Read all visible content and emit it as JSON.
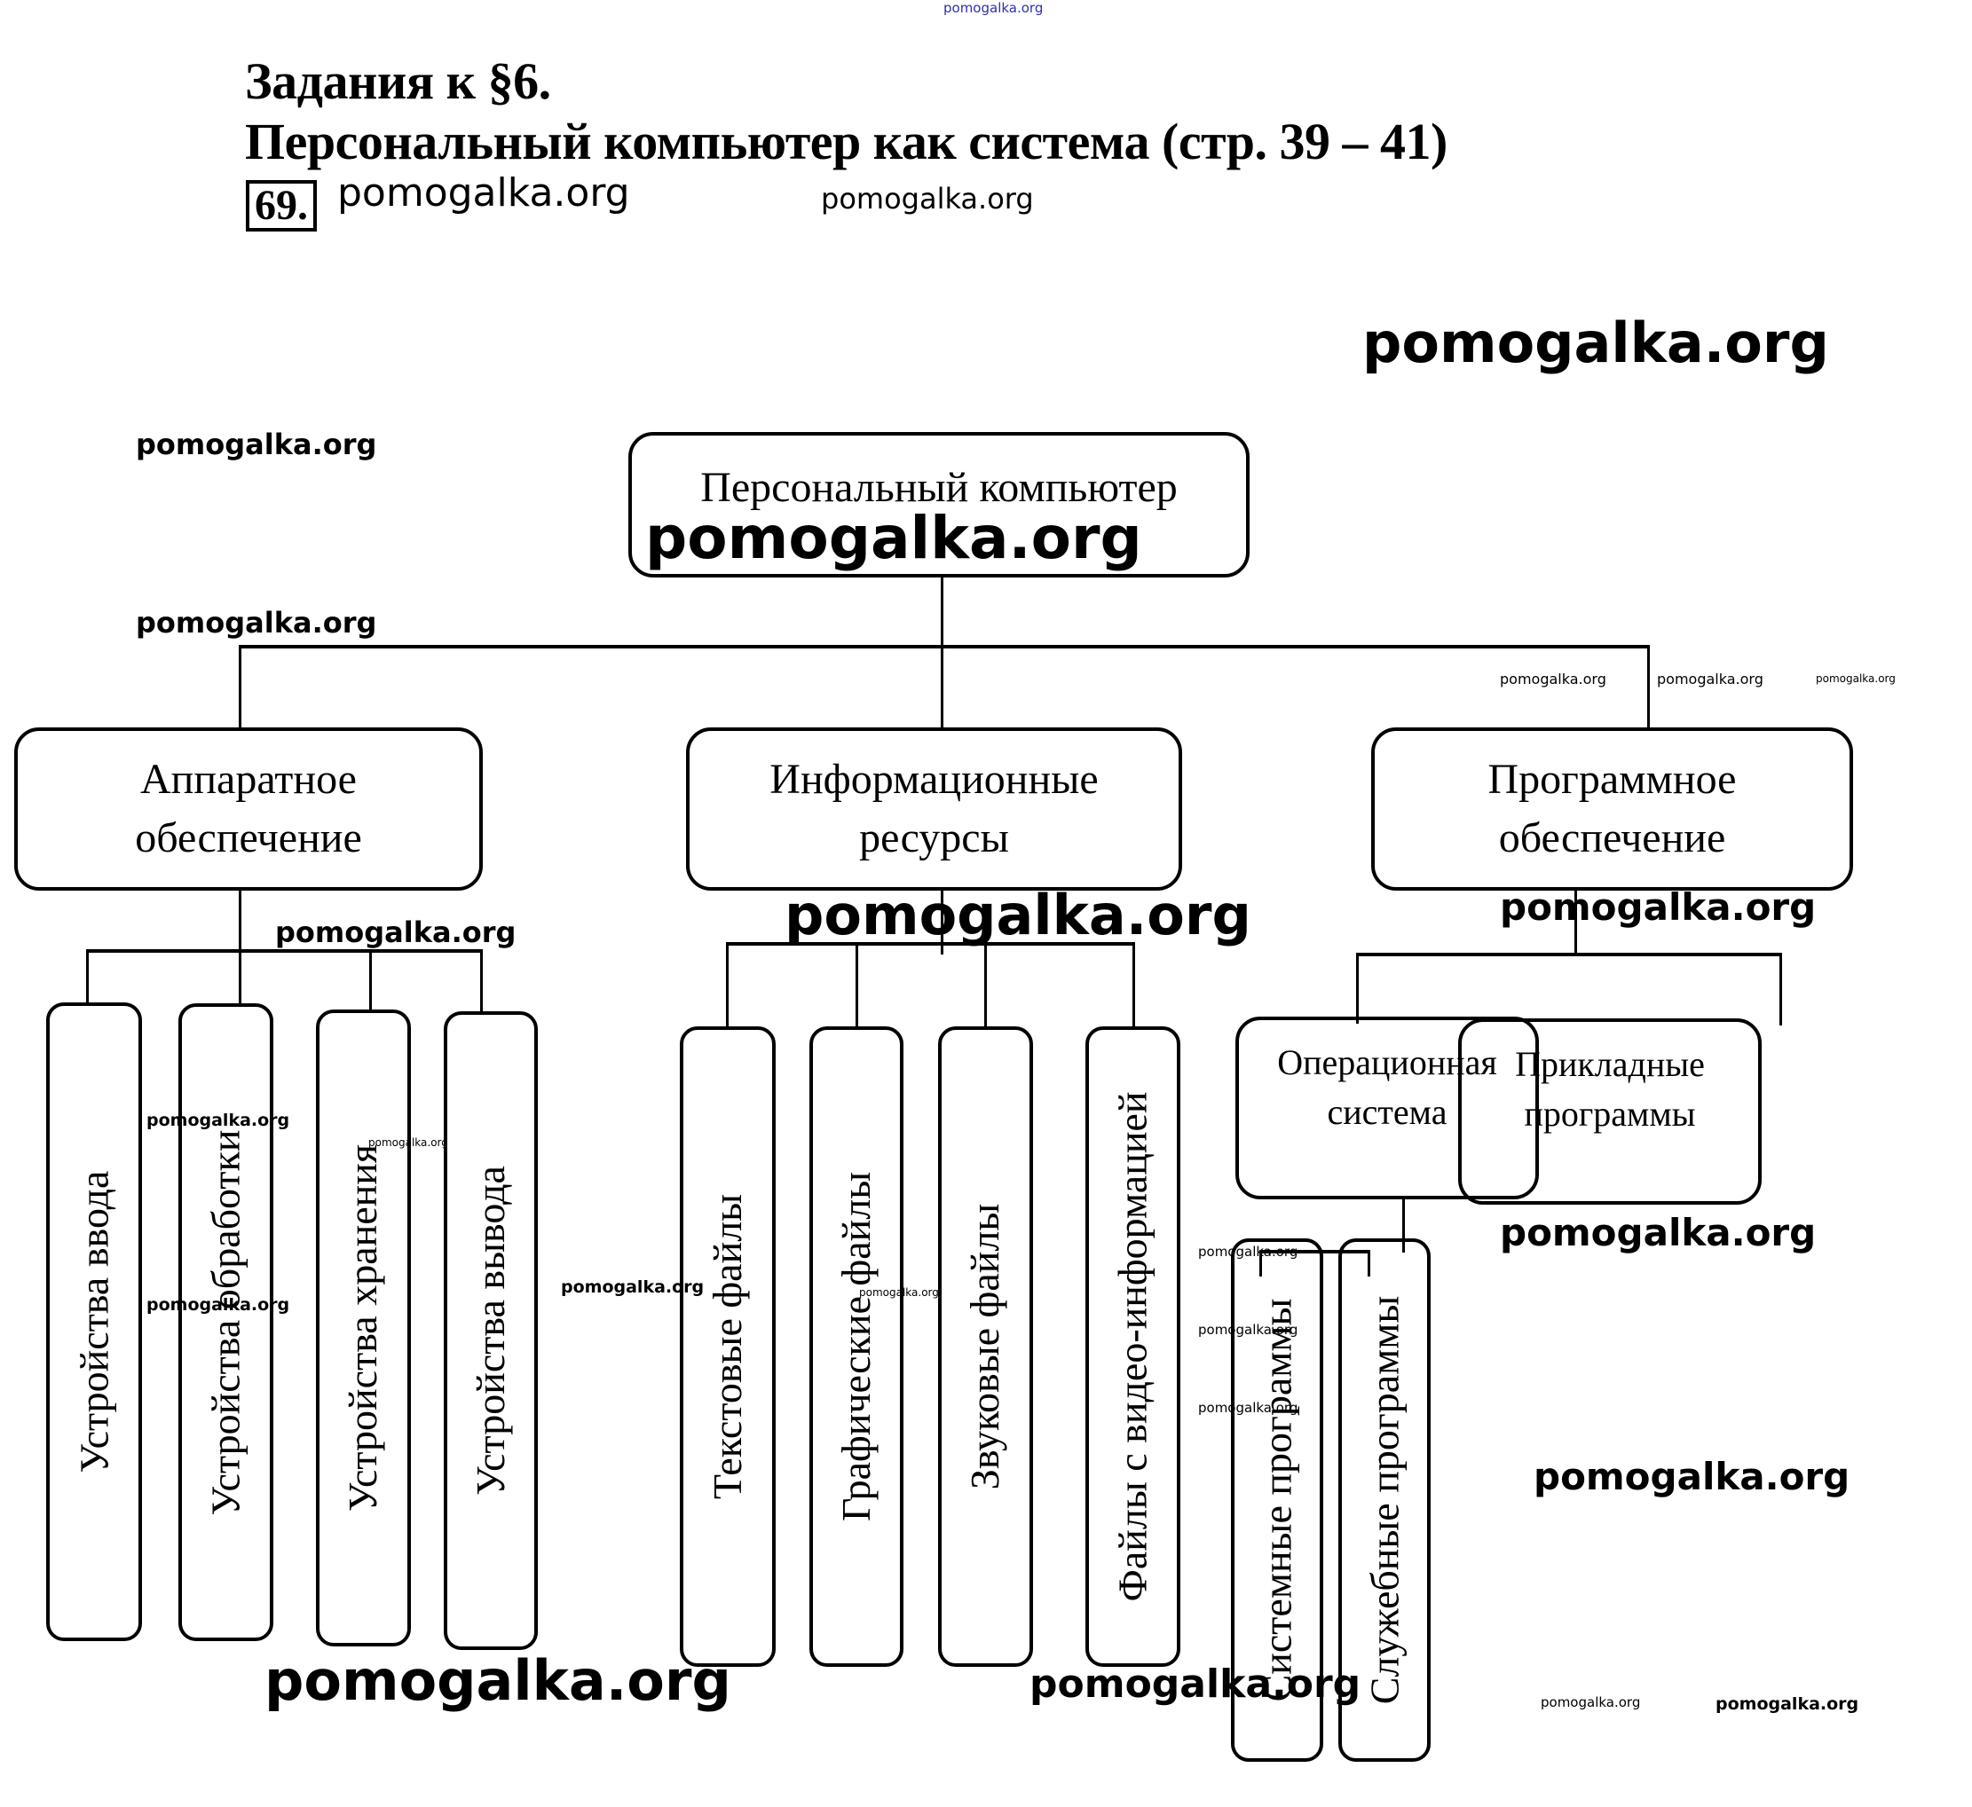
{
  "watermark": "pomogalka.org",
  "header": {
    "title_line1": "Задания к §6.",
    "title_line2": "Персональный компьютер как система (стр. 39 – 41)",
    "task_number": "69."
  },
  "diagram": {
    "root": "Персональный компьютер",
    "level1": [
      {
        "label": "Аппаратное обеспечение"
      },
      {
        "label": "Информационные ресурсы"
      },
      {
        "label": "Программное обеспечение"
      }
    ],
    "hardware_children": [
      "Устройства ввода",
      "Устройства обработки",
      "Устройства хранения",
      "Устройства вывода"
    ],
    "resources_children": [
      "Текстовые файлы",
      "Графические файлы",
      "Звуковые файлы",
      "Файлы с видео-информацией"
    ],
    "software_children": [
      {
        "label": "Операционная система"
      },
      {
        "label": "Прикладные программы"
      }
    ],
    "os_children": [
      "Системные программы",
      "Служебные программы"
    ]
  }
}
